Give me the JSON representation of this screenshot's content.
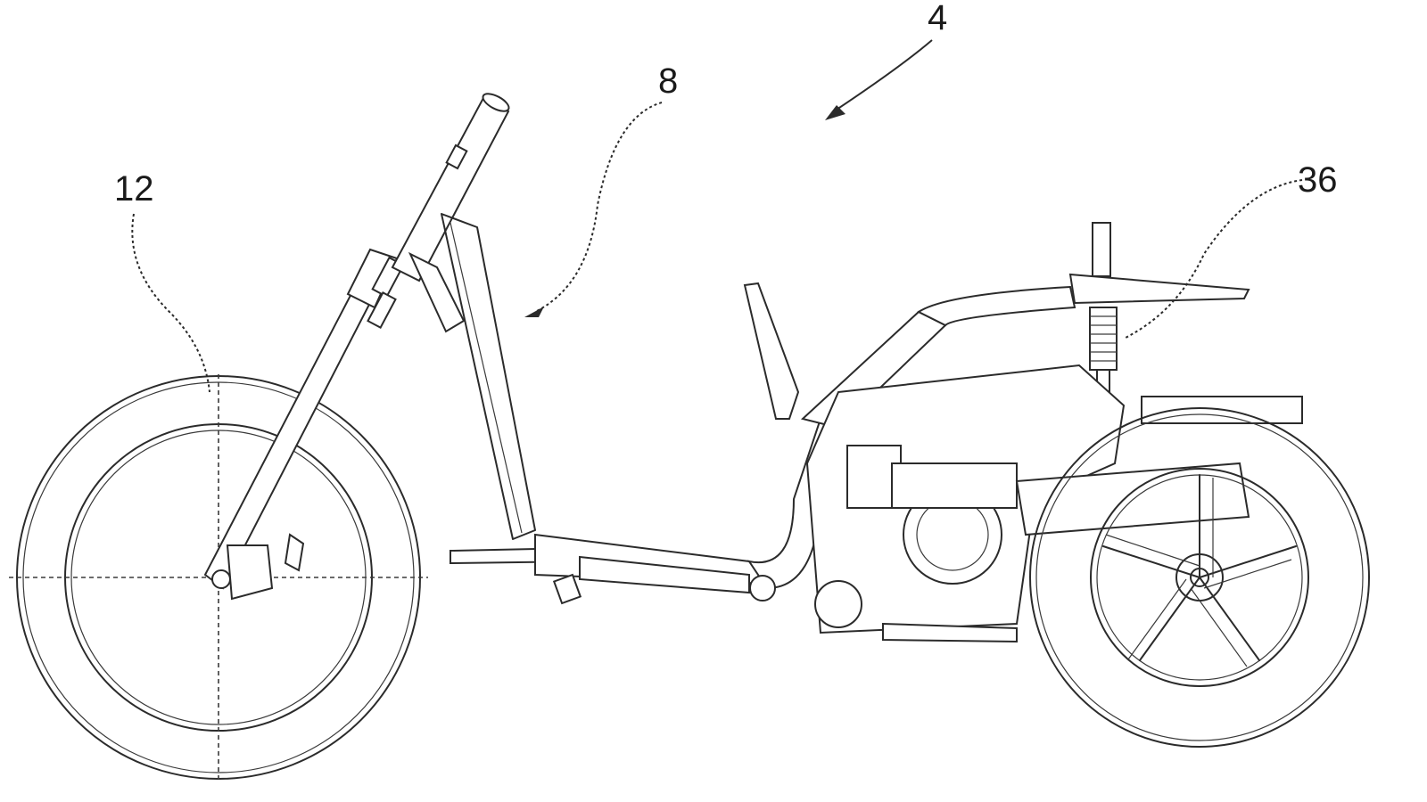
{
  "figure": {
    "reference_numerals": {
      "vehicle": "4",
      "frame": "8",
      "front_wheel": "12",
      "rear_suspension": "36"
    },
    "colors": {
      "line": "#2b2b2b",
      "background": "#ffffff"
    }
  }
}
